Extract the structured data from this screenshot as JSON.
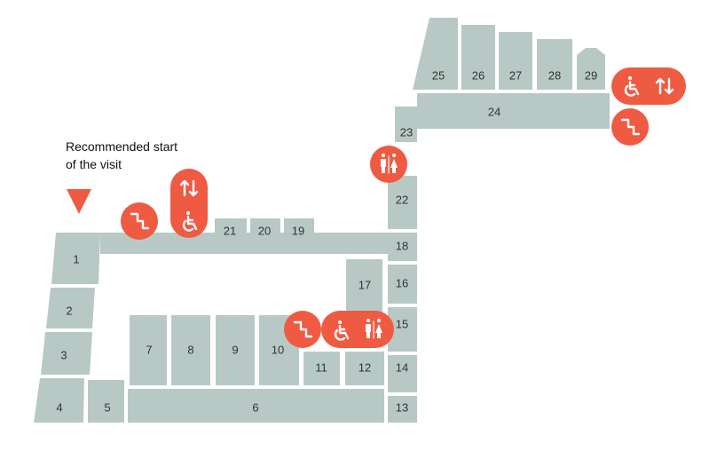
{
  "colors": {
    "room": "#b8c9c5",
    "accent": "#ef5b42",
    "label": "#333333",
    "icon": "#ffffff"
  },
  "start": {
    "line1": "Recommended start",
    "line2": "of the visit",
    "marker_icon": "triangle-down-icon"
  },
  "rooms": {
    "r1": "1",
    "r2": "2",
    "r3": "3",
    "r4": "4",
    "r5": "5",
    "r6": "6",
    "r7": "7",
    "r8": "8",
    "r9": "9",
    "r10": "10",
    "r11": "11",
    "r12": "12",
    "r13": "13",
    "r14": "14",
    "r15": "15",
    "r16": "16",
    "r17": "17",
    "r18": "18",
    "r19": "19",
    "r20": "20",
    "r21": "21",
    "r22": "22",
    "r23": "23",
    "r24": "24",
    "r25": "25",
    "r26": "26",
    "r27": "27",
    "r28": "28",
    "r29": "29"
  },
  "facility_icons": [
    "stairs-icon",
    "elevator-icon",
    "wheelchair-icon",
    "restroom-icon"
  ]
}
